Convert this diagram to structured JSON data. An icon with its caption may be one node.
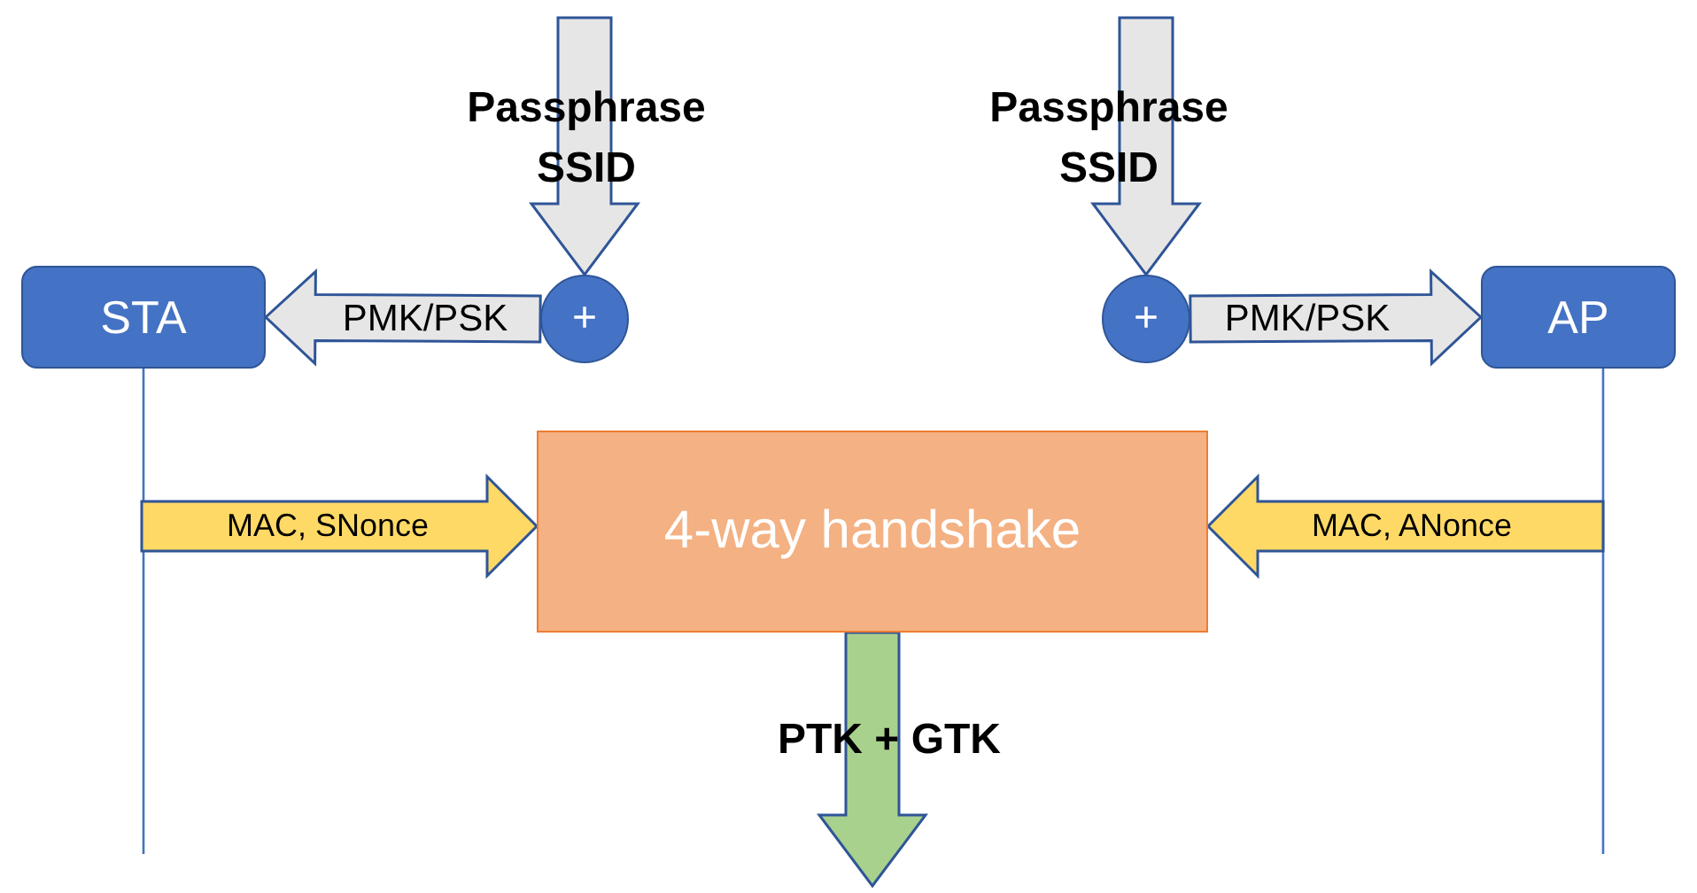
{
  "diagram": {
    "nodes": [
      {
        "text": [
          "STA"
        ]
      },
      {
        "text": [
          "+"
        ]
      },
      {
        "text": [
          "+"
        ]
      },
      {
        "text": [
          "AP"
        ]
      },
      {
        "text": [
          "4-way handshake"
        ]
      }
    ],
    "edges": [
      {
        "from": null,
        "to": 1,
        "arrow": "to",
        "label": "Passphrase SSID",
        "style": "thick",
        "color": "#e7e6e6"
      },
      {
        "from": null,
        "to": 2,
        "arrow": "to",
        "label": "Passphrase SSID",
        "style": "thick",
        "color": "#e7e6e6"
      },
      {
        "from": 1,
        "to": 0,
        "arrow": "to",
        "label": "PMK/PSK",
        "style": "thick",
        "color": "#e7e6e6"
      },
      {
        "from": 2,
        "to": 3,
        "arrow": "to",
        "label": "PMK/PSK",
        "style": "thick",
        "color": "#e7e6e6"
      },
      {
        "from": 0,
        "to": null,
        "arrow": "none"
      },
      {
        "from": 3,
        "to": null,
        "arrow": "none"
      },
      {
        "from": null,
        "to": 4,
        "arrow": "to",
        "label": "MAC, SNonce",
        "style": "thick",
        "color": "#ffd966"
      },
      {
        "from": null,
        "to": 4,
        "arrow": "to",
        "label": "MAC, ANonce",
        "style": "thick",
        "color": "#ffd966"
      },
      {
        "from": 4,
        "to": null,
        "arrow": "to",
        "label": "PTK + GTK",
        "style": "thick",
        "color": "#a9d18e"
      }
    ]
  }
}
